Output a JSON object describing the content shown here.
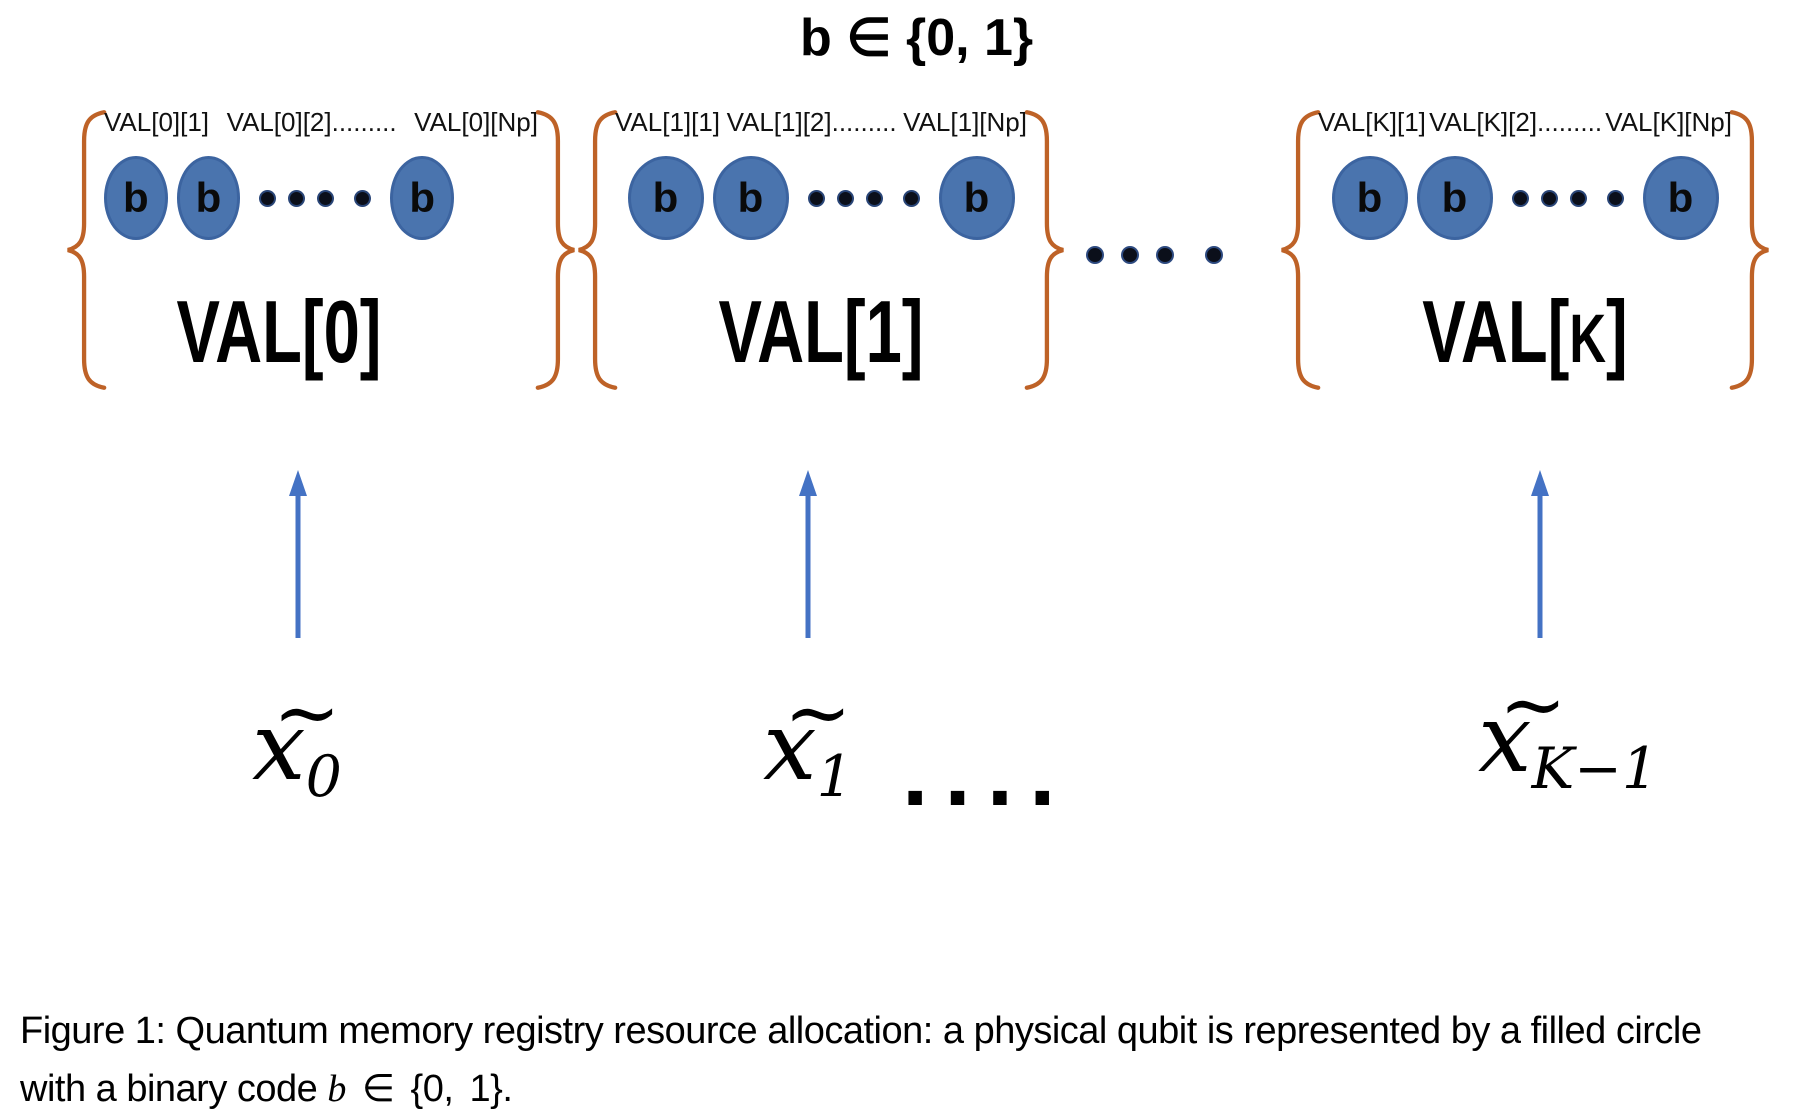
{
  "colors": {
    "qubit_fill": "#4A74AE",
    "qubit_border": "#3C64A0",
    "brace": "#BE6227",
    "arrow": "#4472C4",
    "dot": "#0B0F1A"
  },
  "title": {
    "text": "b ∈ {0, 1}"
  },
  "groups": [
    {
      "qubit_labels": [
        "VAL[0][1]",
        "VAL[0][2].........",
        "VAL[0][Np]"
      ],
      "qubit_symbol": "b",
      "register_label": "VAL[0]"
    },
    {
      "qubit_labels": [
        "VAL[1][1]",
        "VAL[1][2].........",
        "VAL[1][Np]"
      ],
      "qubit_symbol": "b",
      "register_label": "VAL[1]"
    },
    {
      "qubit_labels": [
        "VAL[K][1]",
        "VAL[K][2].........",
        "VAL[K][Np]"
      ],
      "qubit_symbol": "b",
      "register_label": "VAL[K]",
      "register_label_parts": [
        "VAL[",
        "K",
        "]"
      ]
    }
  ],
  "registers": [
    {
      "base": "x",
      "accent": "~",
      "subscript": "0"
    },
    {
      "base": "x",
      "accent": "~",
      "subscript": "1",
      "trailing_dots": "...."
    },
    {
      "base": "x",
      "accent": "~",
      "subscript": "K−1"
    }
  ],
  "caption": {
    "line1": "Figure 1: Quantum memory registry resource allocation: a physical qubit is represented by a filled circle",
    "line2_prefix": "with a binary code ",
    "line2_var": "b",
    "line2_suffix": " ∈  {0, 1}."
  }
}
